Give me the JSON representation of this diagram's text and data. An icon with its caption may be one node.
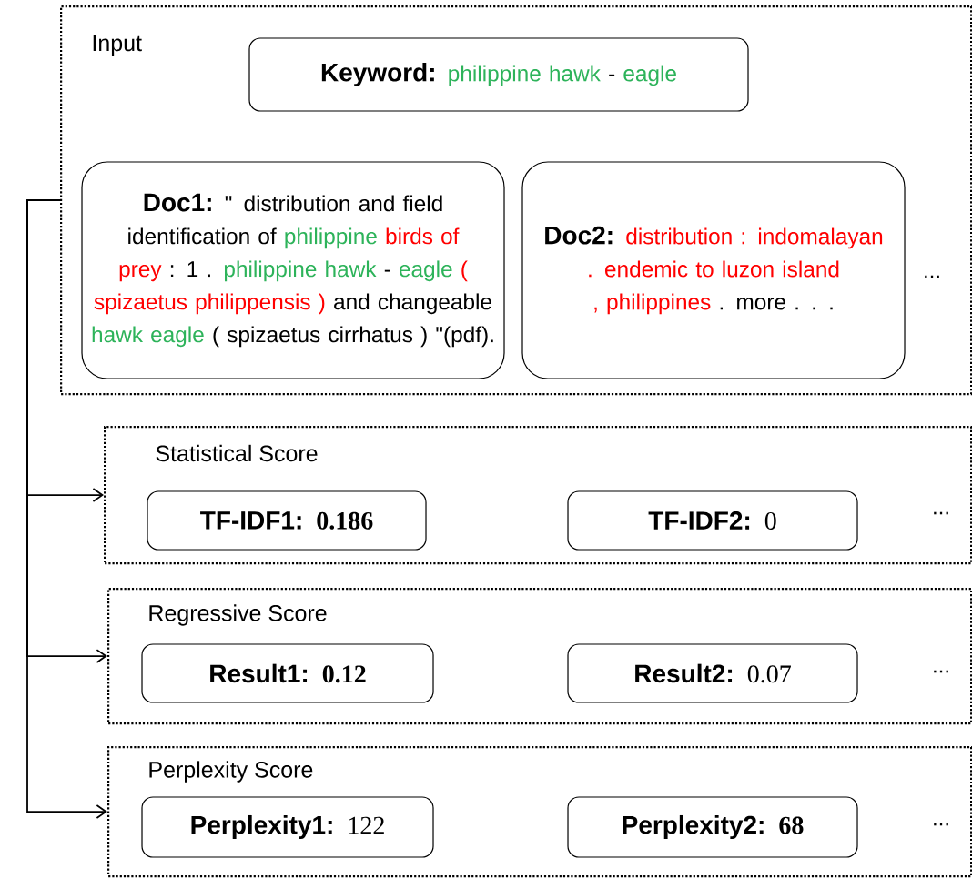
{
  "diagram": {
    "nodes": [
      {
        "text": [
          "Input"
        ]
      },
      {
        "text": [
          "Keyword:",
          "philippine hawk",
          "-",
          "eagle"
        ],
        "in": 0
      },
      {
        "text": [
          "Doc1:",
          "\" distribution and field identification of",
          "philippine",
          "birds of prey",
          ": 1 .",
          "philippine hawk",
          "-",
          "eagle",
          "( spizaetus philippensis )",
          "and changeable",
          "hawk eagle",
          "( spizaetus cirrhatus ) \"(pdf)."
        ],
        "in": 0
      },
      {
        "text": [
          "Doc2:",
          "distribution : indomalayan . endemic to luzon island , philippines",
          ". more . . ."
        ],
        "in": 0
      },
      {
        "text": [
          "Statistical Score"
        ]
      },
      {
        "text": [
          "TF-IDF1:",
          "0.186"
        ],
        "in": 4
      },
      {
        "text": [
          "TF-IDF2:",
          "0"
        ],
        "in": 4
      },
      {
        "text": [
          "Regressive Score"
        ]
      },
      {
        "text": [
          "Result1:",
          "0.12"
        ],
        "in": 7
      },
      {
        "text": [
          "Result2:",
          "0.07"
        ],
        "in": 7
      },
      {
        "text": [
          "Perplexity Score"
        ]
      },
      {
        "text": [
          "Perplexity1:",
          "122"
        ],
        "in": 10
      },
      {
        "text": [
          "Perplexity2:",
          "68"
        ],
        "in": 10
      }
    ],
    "edges": [
      {
        "from": 0,
        "to": 4,
        "arrow": "to"
      },
      {
        "from": 0,
        "to": 7,
        "arrow": "to"
      },
      {
        "from": 0,
        "to": 10,
        "arrow": "to"
      }
    ],
    "labels": [
      "...",
      "...",
      "...",
      "..."
    ]
  }
}
